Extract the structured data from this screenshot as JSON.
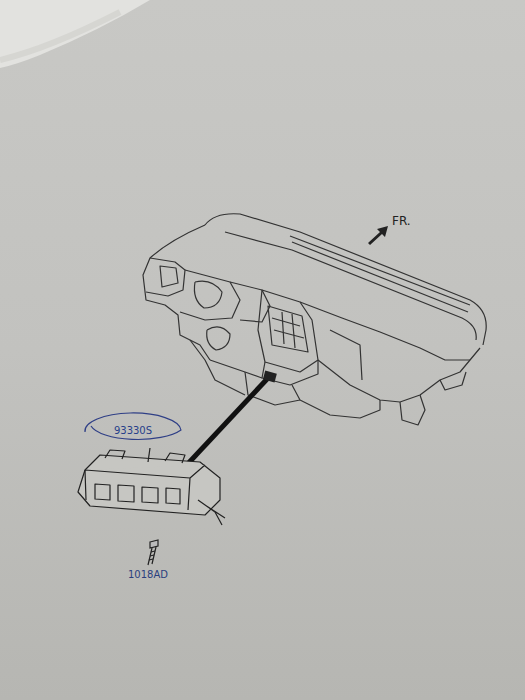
{
  "diagram": {
    "nodes": [
      {
        "text": [
          "93330S"
        ]
      }
    ],
    "labels": [
      "FR.",
      "1018AD"
    ]
  }
}
